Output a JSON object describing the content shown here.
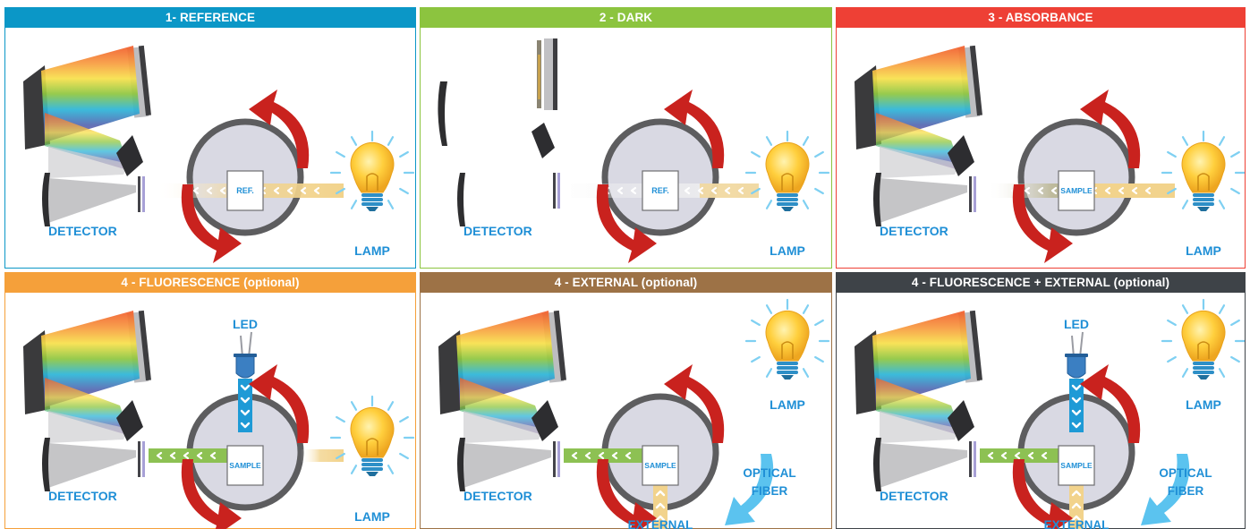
{
  "panels": [
    {
      "id": "reference",
      "title": "1- REFERENCE",
      "color": "#0b97c7",
      "mode": "reference",
      "cuvette": "REF.",
      "detector": "DETECTOR",
      "lamp": "LAMP"
    },
    {
      "id": "dark",
      "title": "2 - DARK",
      "color": "#8cc43f",
      "mode": "dark",
      "cuvette": "REF.",
      "detector": "DETECTOR",
      "lamp": "LAMP"
    },
    {
      "id": "absorbance",
      "title": "3 - ABSORBANCE",
      "color": "#ee4035",
      "mode": "absorbance",
      "cuvette": "SAMPLE",
      "detector": "DETECTOR",
      "lamp": "LAMP"
    },
    {
      "id": "fluorescence",
      "title": "4 - FLUORESCENCE (optional)",
      "color": "#f5a03a",
      "mode": "fluorescence",
      "cuvette": "SAMPLE",
      "detector": "DETECTOR",
      "lamp": "LAMP",
      "led": "LED"
    },
    {
      "id": "external",
      "title": "4 - EXTERNAL (optional)",
      "color": "#9d7246",
      "mode": "external",
      "cuvette": "SAMPLE",
      "detector": "DETECTOR",
      "lamp": "LAMP",
      "fiber": "OPTICAL\nFIBER",
      "external": "EXTERNAL"
    },
    {
      "id": "fluor-external",
      "title": "4 - FLUORESCENCE + EXTERNAL (optional)",
      "color": "#3e4348",
      "mode": "fluor_external",
      "cuvette": "SAMPLE",
      "detector": "DETECTOR",
      "lamp": "LAMP",
      "led": "LED",
      "fiber": "OPTICAL\nFIBER",
      "external": "EXTERNAL"
    }
  ],
  "colors": {
    "label": "#1f8fd6",
    "arrow_red": "#c9221e",
    "ring": "#5d5d5f",
    "ring_fill": "#d9d9e3",
    "beam_yellow": "#f2d38c",
    "beam_green": "#8dc153",
    "beam_blue": "#1e9ad6",
    "fiber": "#5bc3ef",
    "bulb": "#f7b928"
  },
  "icons": [
    "lamp-icon",
    "led-icon",
    "detector-icon",
    "diffraction-grating-icon",
    "rotate-arrow-icon",
    "optical-fiber-arrow-icon"
  ]
}
